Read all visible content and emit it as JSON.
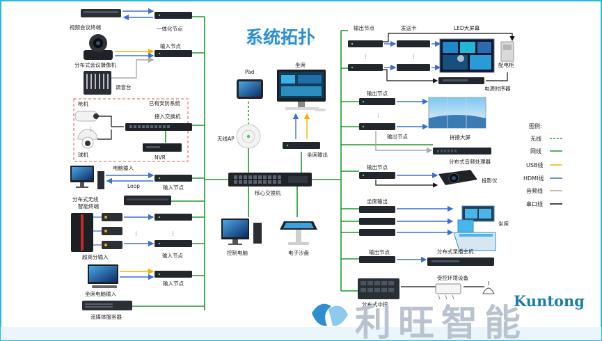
{
  "title": "系统拓扑",
  "brand": {
    "cn": "利旺智能",
    "en": "Kuntong"
  },
  "colors": {
    "green": "#1d9a2c",
    "blue": "#3a6fd1",
    "orange": "#f3b300",
    "gray": "#a9a9a9",
    "black": "#111111",
    "frame": "#29b6e8",
    "dash_box": "#e05555"
  },
  "labels": {
    "video_terminal": "视频会议终端",
    "integrated_node": "一体化节点",
    "ptz_camera": "分布式会议摄像机",
    "input_node_1": "输入节点",
    "mixer": "调音台",
    "security_box": "已有安防系统",
    "bullet_cam": "枪机",
    "access_switch": "接入交换机",
    "dome_cam": "球机",
    "nvr": "NVR",
    "pc_input": "电脑输入",
    "loop": "Loop",
    "input_node_2": "输入节点",
    "wireless_terminal": "分布式无线\n智能终端",
    "hd_input": "超高分输入",
    "input_node_3": "输入节点",
    "seat_pc_input": "坐席电脑输入",
    "input_node_4": "输入节点",
    "media_server": "流媒体服务器",
    "pad": "Pad",
    "wireless_ap": "无线AP",
    "seat_top": "坐席",
    "seat_output": "坐席输出",
    "core_switch": "核心交换机",
    "control_pc": "控制电脑",
    "sand_table": "电子沙盘",
    "output_node_top": "输出节点",
    "sender_card": "发送卡",
    "led_screen": "LED大屏幕",
    "power_cabinet": "配电柜",
    "power_sequencer": "电源时序器",
    "output_node_mid": "输出节点",
    "output_node_mid2": "输出节点",
    "splice_screen": "拼接大屏",
    "audio_processor": "分布式音频处理器",
    "output_node_proj": "输出节点",
    "projector": "投影仪",
    "seat_output_right": "坐席输出",
    "seat_right": "坐席",
    "output_node_rec": "输出节点",
    "recorder": "分布式录播主机",
    "env_device": "受控环境设备",
    "central_control": "分布式中控"
  },
  "legend": {
    "title": "图例:",
    "items": [
      {
        "label": "无线",
        "style": "wireless"
      },
      {
        "label": "网线",
        "style": "network"
      },
      {
        "label": "USB线",
        "style": "usb"
      },
      {
        "label": "HDMI线",
        "style": "hdmi"
      },
      {
        "label": "音频线",
        "style": "audio"
      },
      {
        "label": "串口线",
        "style": "serial"
      }
    ]
  }
}
